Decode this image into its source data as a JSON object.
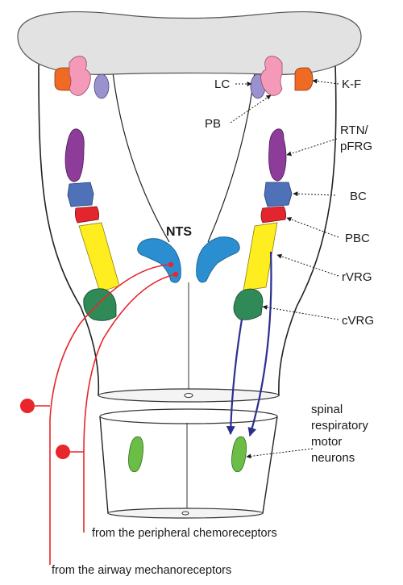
{
  "labels": {
    "lc": "LC",
    "kf": "K-F",
    "pb": "PB",
    "rtn_line1": "RTN/",
    "rtn_line2": "pFRG",
    "bc": "BC",
    "pbc": "PBC",
    "rvrg": "rVRG",
    "cvrg": "cVRG",
    "nts": "NTS",
    "spinal_line1": "spinal",
    "spinal_line2": "respiratory",
    "spinal_line3": "motor",
    "spinal_line4": "neurons"
  },
  "captions": {
    "peripheral": "from the peripheral chemoreceptors",
    "airway": "from the airway mechanoreceptors"
  },
  "colors": {
    "pons": "#e2e2e2",
    "kf_nucleus": "#ef6a22",
    "pb_nucleus": "#f49ab8",
    "lc_nucleus": "#9a92cf",
    "rtn_pfrg": "#8d3c9a",
    "bc": "#4f71b8",
    "pbc": "#e3262d",
    "rvrg": "#ffee1f",
    "cvrg": "#2f8a57",
    "nts": "#2a8ed0",
    "motor_neurons": "#6cbd45",
    "afferent": "#e8262c",
    "efferent": "#2b2f8f"
  }
}
